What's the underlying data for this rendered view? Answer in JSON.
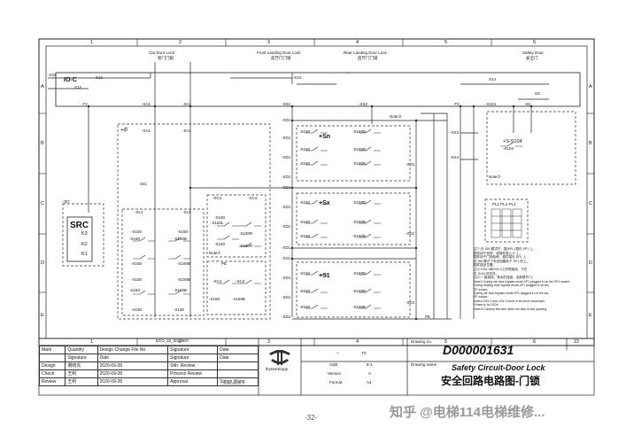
{
  "columns": [
    "1",
    "2",
    "3",
    "4",
    "5",
    "6"
  ],
  "rows": [
    "A",
    "B",
    "C",
    "D",
    "E"
  ],
  "sections": [
    {
      "title_en": "Car Door Lock",
      "title_cn": "轿门门锁"
    },
    {
      "title_en": "Front Landing Door Lock",
      "title_cn": "前厅门门锁"
    },
    {
      "title_en": "Rear Landing Door Lock",
      "title_cn": "后厅门门锁"
    },
    {
      "title_en": "Safety Door",
      "title_cn": "安全门"
    }
  ],
  "board_label": "IO-C",
  "src_label": "SRC",
  "src_contacts": [
    "K3",
    "K2",
    "K1"
  ],
  "group_labels": [
    "+Sn",
    "+Sx",
    "+S1",
    "+F",
    "+S-S104"
  ],
  "components": {
    "s12": "S12",
    "s13": "S13",
    "s14": "S14",
    "s3": "S3",
    "s41": "S41",
    "x22": "-X22",
    "j27": "-J27",
    "s150": "-S150",
    "s150b": "-S150B",
    "x150": "-X150",
    "x160": "-X160",
    "x160b": "-X160B",
    "s160": "-S160",
    "xc4": "-XC4",
    "xd1": "-XD1",
    "xs2": "-XS2",
    "xa1": "-XA1",
    "xl1": "-XL1",
    "s150l": "-S150L",
    "s150r": "-S150R",
    "t2": "-T2",
    "x104": "-X104",
    "xs3": "-XS3",
    "xs4": "-XS4",
    "x6": "-X6",
    "s104": "-S104",
    "pe": "PE",
    "f_sub": "PL1 PL1 PL1"
  },
  "notes": {
    "note1": "Note①",
    "note2": "Note②",
    "note3": "Note③",
    "cn_lines": [
      "注①:在 DM 模式时，插头PL1插在 SP1 上，",
      "     插件用于检修，或插件插入 D 上，",
      "     插件用于门锁检修，插件插在 SP1 上 ，",
      "     在 DM 模式下安全回路处于 SP1 的上，",
      "     插件插至位置。",
      "注②:XS4-1和XS4-3上的短接线，只在",
      "     无 S104 时存在。",
      "注③:一直接线，其余的连接，全部是开门。"
    ],
    "en_lines": [
      "Note①:During car door bypass mode,XP1 plugged in on the SP1 socket.",
      "     During landing door bypass mode,XP1 plugged in on the",
      "     SP socket.",
      "     During car door bypass mode,XP1 plugged in on the top",
      "     SP socket.",
      "Note②:XS4-1 and XS4-3 short of be short connected,",
      "     if there is no S104.",
      "Note③:Connect this wire when the stair is star opening."
    ]
  },
  "title_block": {
    "eco": "ECO_22_0022607",
    "header": [
      "Mark",
      "Quantity",
      "Design Change File No.",
      "Signature",
      "Date"
    ],
    "sub_header": [
      "Signature",
      "Date"
    ],
    "rows": [
      {
        "role": "Design",
        "name": "谢晓东",
        "date": "2020-09-28",
        "action": "Stth. Review"
      },
      {
        "role": "Check",
        "name": "王利",
        "date": "2020-09-28",
        "action": "Process Review"
      },
      {
        "role": "Review",
        "name": "王利",
        "date": "2020-09-28",
        "action": "Approval",
        "approver": "Simon Wang",
        "approve_date": "2020-09-29"
      }
    ],
    "company": "thyssenkrupp",
    "scale_label": "1:1",
    "plus": "+",
    "ts": "TS",
    "addr_label": "Addr.",
    "addr_value": "8-1",
    "version_label": "Version",
    "version_value": "A",
    "format_label": "Format",
    "format_value": "A4",
    "drawing_no_label": "Drawing no.",
    "drawing_no": "D000001631",
    "sheet_no": "22",
    "drawing_name_label": "Drawing name",
    "drawing_name_en": "Safety Circuit-Door Lock",
    "drawing_name_cn": "安全回路电路图-门锁"
  },
  "page_number": "-32-",
  "watermark": "知乎 @电梯114电梯维修..."
}
